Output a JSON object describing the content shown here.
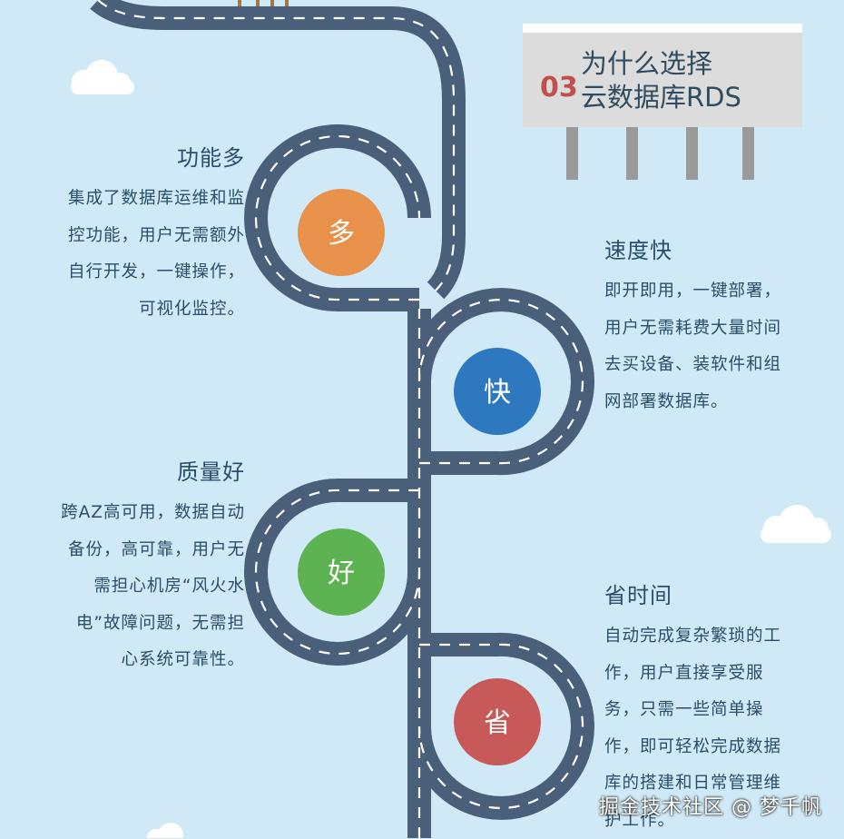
{
  "sign": {
    "number": "03",
    "line1": "为什么选择",
    "line2": "云数据库RDS"
  },
  "features": [
    {
      "title": "功能多",
      "bubble": "多",
      "color": "#e8914a",
      "lines": [
        "集成了数据库运维和监",
        "控功能，用户无需额外",
        "自行开发，一键操作，",
        "可视化监控。"
      ]
    },
    {
      "title": "速度快",
      "bubble": "快",
      "color": "#2e78c0",
      "lines": [
        "即开即用，一键部署，",
        "用户无需耗费大量时间",
        "去买设备、装软件和组",
        "网部署数据库。"
      ]
    },
    {
      "title": "质量好",
      "bubble": "好",
      "color": "#5db251",
      "lines": [
        "跨AZ高可用，数据自动",
        "备份，高可靠，用户无",
        "需担心机房“风火水",
        "电”故障问题，无需担",
        "心系统可靠性。"
      ]
    },
    {
      "title": "省时间",
      "bubble": "省",
      "color": "#c75a58",
      "lines": [
        "自动完成复杂繁琐的工",
        "作，用户直接享受服",
        "务，只需一些简单操",
        "作，即可轻松完成数据",
        "库的搭建和日常管理维",
        "护工作。"
      ]
    }
  ],
  "watermark": "掘金技术社区 @ 梦千帆",
  "colors": {
    "background": "#cfeaf6",
    "road": "#4a5f7a",
    "road_dash": "#ffffff",
    "text": "#2b4d6b"
  }
}
